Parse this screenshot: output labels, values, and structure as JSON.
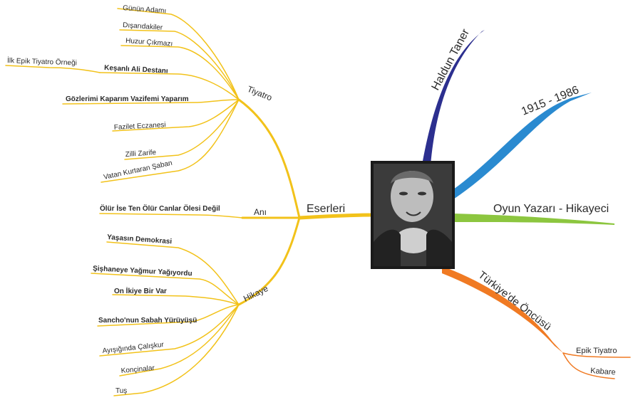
{
  "center": {
    "photo": "portrait-photo"
  },
  "colors": {
    "yellow": "#f2c21a",
    "navy": "#2c2f8f",
    "blue": "#2a8ad0",
    "green": "#8cc63f",
    "orange": "#f07a23"
  },
  "right": {
    "name": "Haldun Taner",
    "years": "1915 - 1986",
    "role": "Oyun Yazarı - Hikayeci",
    "pioneer": "Türkiye'de Öncüsü",
    "pioneer_items": [
      "Epik Tiyatro",
      "Kabare"
    ]
  },
  "left": {
    "root": "Eserleri",
    "tiyatro": {
      "label": "Tiyatro",
      "items": [
        "Günün Adamı",
        "Dışarıdakiler",
        "Huzur Çıkmazı",
        "Keşanlı Ali Destanı",
        "Gözlerimi Kaparım Vazifemi Yaparım",
        "Fazilet Eczanesi",
        "Zilli Zarife",
        "Vatan Kurtaran Şaban"
      ],
      "subnote": "İlk Epik Tiyatro Örneği"
    },
    "ani": {
      "label": "Anı",
      "items": [
        "Ölür İse Ten Ölür Canlar Ölesi Değil"
      ]
    },
    "hikaye": {
      "label": "Hikaye",
      "items": [
        "Yaşasın Demokrasi",
        "Şişhaneye Yağmur Yağıyordu",
        "On İkiye Bir Var",
        "Sancho'nun Sabah Yürüyüşü",
        "Ayışığında Çalışkur",
        "Konçinalar",
        "Tuş"
      ]
    }
  }
}
